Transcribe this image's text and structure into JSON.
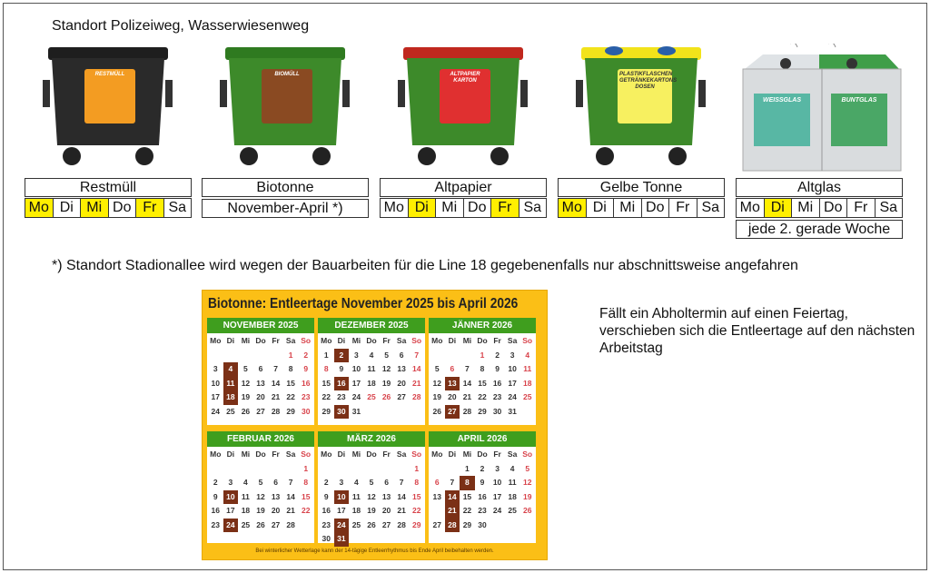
{
  "title": "Standort Polizeiweg, Wasserwiesenweg",
  "bins": [
    {
      "name": "Restmüll",
      "label_text": "RESTMÜLL",
      "body": "#2a2a2a",
      "lid": "#1e1e1e",
      "sticker": "#f39c22",
      "days": [
        {
          "d": "Mo",
          "on": true
        },
        {
          "d": "Di",
          "on": false
        },
        {
          "d": "Mi",
          "on": true
        },
        {
          "d": "Do",
          "on": false
        },
        {
          "d": "Fr",
          "on": true
        },
        {
          "d": "Sa",
          "on": false
        }
      ]
    },
    {
      "name": "Biotonne",
      "label_text": "BIOMÜLL",
      "body": "#3d8a2a",
      "lid": "#2f7a20",
      "sticker": "#8a4a22",
      "period": "November-April *)"
    },
    {
      "name": "Altpapier",
      "label_text": "ALTPAPIER KARTON",
      "body": "#3d8a2a",
      "lid": "#c0281e",
      "sticker": "#e03030",
      "days": [
        {
          "d": "Mo",
          "on": false
        },
        {
          "d": "Di",
          "on": true
        },
        {
          "d": "Mi",
          "on": false
        },
        {
          "d": "Do",
          "on": false
        },
        {
          "d": "Fr",
          "on": true
        },
        {
          "d": "Sa",
          "on": false
        }
      ]
    },
    {
      "name": "Gelbe Tonne",
      "label_text": "PLASTIKFLASCHEN GETRÄNKEKARTONS DOSEN",
      "body": "#3d8a2a",
      "lid": "#f2e31a",
      "sticker": "#f7f060",
      "days": [
        {
          "d": "Mo",
          "on": true
        },
        {
          "d": "Di",
          "on": false
        },
        {
          "d": "Mi",
          "on": false
        },
        {
          "d": "Do",
          "on": false
        },
        {
          "d": "Fr",
          "on": false
        },
        {
          "d": "Sa",
          "on": false
        }
      ]
    },
    {
      "name": "Altglas",
      "label_text": "WEISSGLAS",
      "label_text2": "BUNTGLAS",
      "days": [
        {
          "d": "Mo",
          "on": false
        },
        {
          "d": "Di",
          "on": true
        },
        {
          "d": "Mi",
          "on": false
        },
        {
          "d": "Do",
          "on": false
        },
        {
          "d": "Fr",
          "on": false
        },
        {
          "d": "Sa",
          "on": false
        }
      ],
      "extra": "jede 2. gerade Woche"
    }
  ],
  "note": "*) Standort Stadionallee wird wegen der Bauarbeiten für die Line 18 gegebenenfalls nur abschnittsweise angefahren",
  "side_text": "Fällt ein Abholtermin auf einen Feiertag, verschieben sich die Entleertage auf den nächsten Arbeitstag",
  "calendar": {
    "title": "Biotonne: Entleertage November 2025 bis April 2026",
    "weekdays": [
      "Mo",
      "Di",
      "Mi",
      "Do",
      "Fr",
      "Sa",
      "So"
    ],
    "colors": {
      "header": "#3f9e1e",
      "highlight": "#7b3016",
      "holiday": "#d8434b",
      "frame": "#fbbf16"
    },
    "months": [
      {
        "name": "NOVEMBER 2025",
        "offset": 5,
        "days": 30,
        "pickup": [
          4,
          11,
          18
        ],
        "holidays": [
          1
        ],
        "hidden": []
      },
      {
        "name": "DEZEMBER 2025",
        "offset": 0,
        "days": 31,
        "pickup": [
          2,
          16,
          30
        ],
        "holidays": [
          8,
          25,
          26
        ],
        "hidden": []
      },
      {
        "name": "JÄNNER 2026",
        "offset": 3,
        "days": 31,
        "pickup": [
          13,
          27
        ],
        "holidays": [
          1,
          6
        ],
        "hidden": []
      },
      {
        "name": "FEBRUAR 2026",
        "offset": 6,
        "days": 28,
        "pickup": [
          10,
          24
        ],
        "holidays": [],
        "hidden": []
      },
      {
        "name": "MÄRZ 2026",
        "offset": 6,
        "days": 31,
        "pickup": [
          10,
          24,
          31
        ],
        "holidays": [],
        "hidden": []
      },
      {
        "name": "APRIL 2026",
        "offset": 2,
        "days": 30,
        "pickup": [
          8,
          14,
          21,
          28
        ],
        "holidays": [
          6
        ],
        "hidden": [
          20
        ]
      }
    ],
    "footer": "Bei winterlicher Wetterlage kann der 14-tägige Entleerrhythmus bis Ende April beibehalten werden."
  }
}
